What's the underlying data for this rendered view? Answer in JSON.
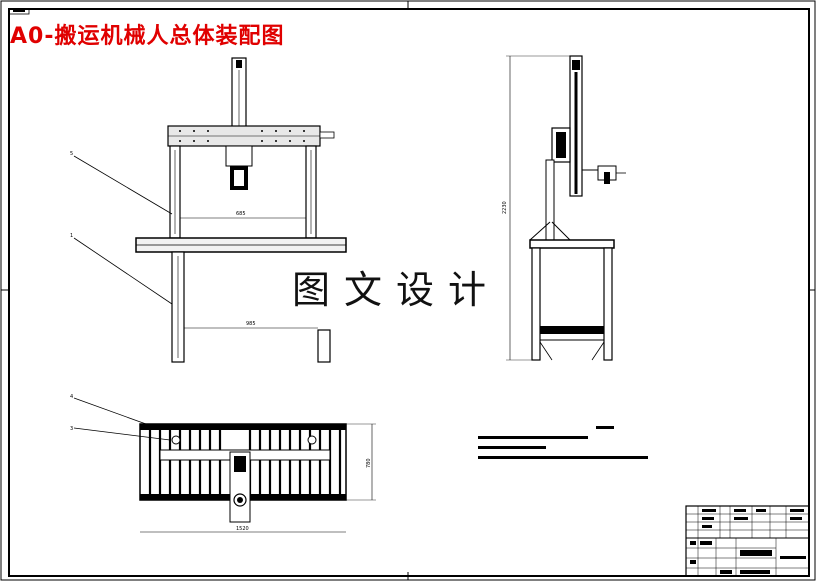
{
  "header": {
    "title": "A0-搬运机械人总体装配图"
  },
  "watermark": {
    "text": "图文设计"
  },
  "dimensions": {
    "front_upper_width": "685",
    "front_lower_width": "985",
    "side_height": "2230",
    "top_width": "1520",
    "top_depth": "780"
  },
  "balloons": {
    "b1": "5",
    "b2": "1",
    "b3": "4",
    "b4": "3"
  }
}
